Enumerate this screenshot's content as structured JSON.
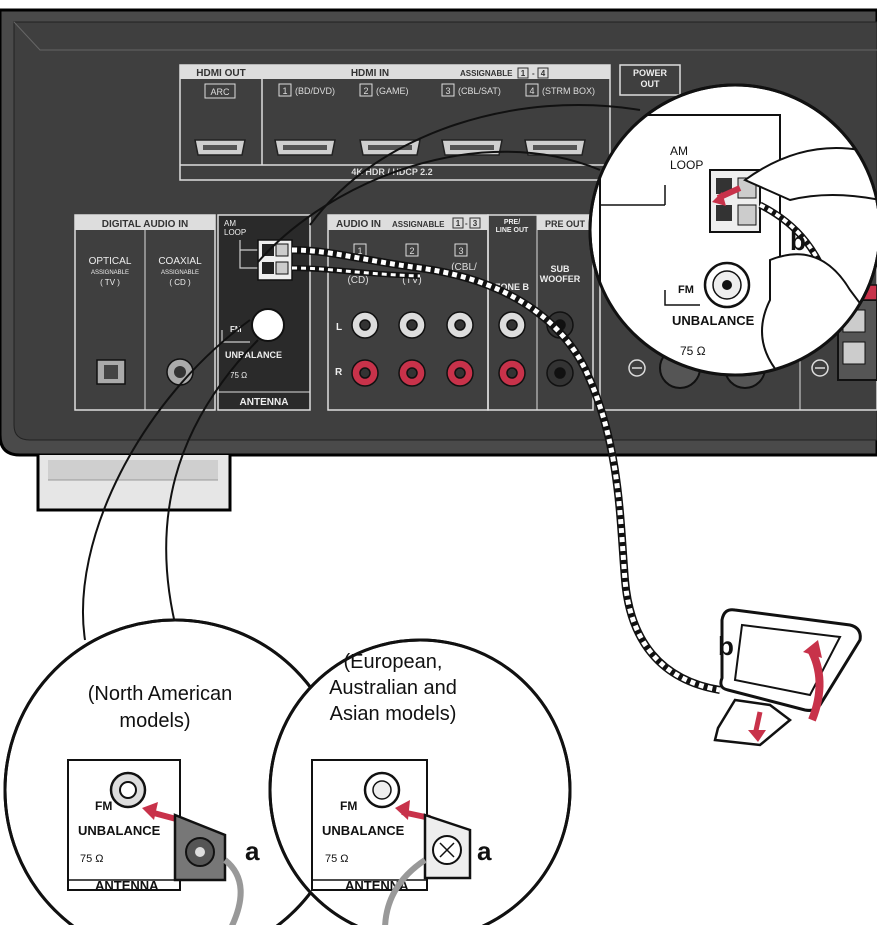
{
  "hdmi": {
    "out_label": "HDMI OUT",
    "in_label": "HDMI IN",
    "assignable": "ASSIGNABLE",
    "assign_range": [
      "1",
      "4"
    ],
    "arc": "ARC",
    "ports": [
      {
        "num": "1",
        "label": "(BD/DVD)"
      },
      {
        "num": "2",
        "label": "(GAME)"
      },
      {
        "num": "3",
        "label": "(CBL/SAT)"
      },
      {
        "num": "4",
        "label": "(STRM BOX)"
      }
    ],
    "hdr_label": "4K HDR / HDCP 2.2"
  },
  "power_out": [
    "POWER",
    "OUT"
  ],
  "digital_audio": {
    "title": "DIGITAL AUDIO IN",
    "optical": [
      "OPTICAL",
      "ASSIGNABLE",
      "( TV )"
    ],
    "coaxial": [
      "COAXIAL",
      "ASSIGNABLE",
      "( CD )"
    ]
  },
  "antenna": {
    "am_loop": [
      "AM",
      "LOOP"
    ],
    "fm": "FM",
    "unbalance": "UNBALANCE",
    "ohms": "75 Ω",
    "title": "ANTENNA"
  },
  "audio_in": {
    "title": "AUDIO IN",
    "assignable": "ASSIGNABLE",
    "assign_range": [
      "1",
      "3"
    ],
    "cols": [
      {
        "num": "1",
        "label": "(CD)"
      },
      {
        "num": "2",
        "label": "(TV)"
      },
      {
        "num": "3",
        "label": "(CBL/"
      }
    ],
    "l": "L",
    "r": "R"
  },
  "pre_line_out": [
    "PRE/",
    "LINE OUT"
  ],
  "zone_b": "ZONE B",
  "pre_out": "PRE OUT",
  "sub_woofer": [
    "SUB",
    "WOOFER"
  ],
  "zoom": {
    "am_loop": [
      "AM",
      "LOOP"
    ],
    "fm": "FM",
    "unbalance": "UNBALANCE",
    "ohms": "75 Ω"
  },
  "callouts": {
    "b": "b",
    "a": "a"
  },
  "left_bubble": {
    "caption": [
      "(North American",
      "models)"
    ],
    "fm": "FM",
    "unbalance": "UNBALANCE",
    "ohms": "75 Ω",
    "antenna": "ANTENNA"
  },
  "right_bubble": {
    "caption": [
      "(European,",
      "Australian and",
      "Asian models)"
    ],
    "fm": "FM",
    "unbalance": "UNBALANCE",
    "ohms": "75 Ω",
    "antenna": "ANTENNA"
  }
}
